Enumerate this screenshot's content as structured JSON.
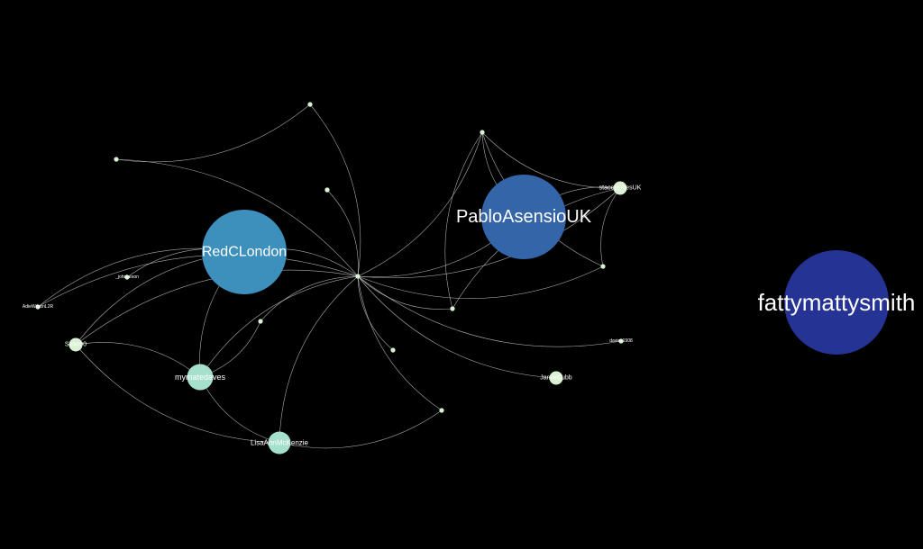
{
  "colors": {
    "background": "#000000",
    "edge": "#c8c8c8",
    "label": "#ffffff",
    "node_small": "#d9f2d3",
    "node_medium": "#a6e0cc",
    "node_redc": "#3d8fbc",
    "node_pablo": "#3465a8",
    "node_fatty": "#253494"
  },
  "network": {
    "nodes": [
      {
        "id": "hub",
        "label": "",
        "size": "tiny",
        "color": "node_small"
      },
      {
        "id": "redclondon",
        "label": "RedCLondon",
        "size": "large",
        "color": "node_redc"
      },
      {
        "id": "pablo",
        "label": "PabloAsensioUK",
        "size": "large",
        "color": "node_pablo"
      },
      {
        "id": "fatty",
        "label": "fattymattysmith",
        "size": "large",
        "color": "node_fatty"
      },
      {
        "id": "mymatedaves",
        "label": "mymatedaves",
        "size": "medium",
        "color": "node_medium"
      },
      {
        "id": "lisa",
        "label": "LisaAnnMcKenzie",
        "size": "medium",
        "color": "node_medium"
      },
      {
        "id": "jamie",
        "label": "JamieCubb",
        "size": "small",
        "color": "node_small"
      },
      {
        "id": "stacey",
        "label": "staceyjonesUK",
        "size": "small",
        "color": "node_small"
      },
      {
        "id": "sean",
        "label": "Sean90",
        "size": "small",
        "color": "node_small"
      },
      {
        "id": "adie",
        "label": "AdieWilsonL2R",
        "size": "tiny",
        "color": "node_small"
      },
      {
        "id": "davies",
        "label": "davies1908",
        "size": "tiny",
        "color": "node_small"
      },
      {
        "id": "topleft",
        "label": "",
        "size": "tiny",
        "color": "node_small"
      },
      {
        "id": "gemma",
        "label": "",
        "size": "tiny",
        "color": "node_small"
      },
      {
        "id": "john",
        "label": "_johnbeson",
        "size": "tiny",
        "color": "node_small"
      },
      {
        "id": "s1",
        "label": "",
        "size": "tiny",
        "color": "node_small"
      },
      {
        "id": "s2",
        "label": "",
        "size": "tiny",
        "color": "node_small"
      },
      {
        "id": "s3",
        "label": "",
        "size": "tiny",
        "color": "node_small"
      },
      {
        "id": "s4",
        "label": "",
        "size": "tiny",
        "color": "node_small"
      },
      {
        "id": "s5",
        "label": "",
        "size": "tiny",
        "color": "node_small"
      },
      {
        "id": "s6",
        "label": "",
        "size": "tiny",
        "color": "node_small"
      },
      {
        "id": "s7",
        "label": "",
        "size": "tiny",
        "color": "node_small"
      },
      {
        "id": "s8",
        "label": "",
        "size": "tiny",
        "color": "node_small"
      }
    ],
    "edges": [
      [
        "hub",
        "redclondon"
      ],
      [
        "hub",
        "pablo"
      ],
      [
        "hub",
        "stacey"
      ],
      [
        "hub",
        "s1"
      ],
      [
        "hub",
        "s2"
      ],
      [
        "hub",
        "s3"
      ],
      [
        "hub",
        "topleft"
      ],
      [
        "hub",
        "gemma"
      ],
      [
        "hub",
        "s4"
      ],
      [
        "hub",
        "s5"
      ],
      [
        "hub",
        "s6"
      ],
      [
        "hub",
        "jamie"
      ],
      [
        "hub",
        "davies"
      ],
      [
        "hub",
        "lisa"
      ],
      [
        "hub",
        "mymatedaves"
      ],
      [
        "hub",
        "s7"
      ],
      [
        "hub",
        "sean"
      ],
      [
        "hub",
        "adie"
      ],
      [
        "redclondon",
        "adie"
      ],
      [
        "redclondon",
        "john"
      ],
      [
        "redclondon",
        "sean"
      ],
      [
        "redclondon",
        "mymatedaves"
      ],
      [
        "gemma",
        "topleft"
      ],
      [
        "mymatedaves",
        "sean"
      ],
      [
        "mymatedaves",
        "lisa"
      ],
      [
        "mymatedaves",
        "s4"
      ],
      [
        "sean",
        "lisa"
      ],
      [
        "lisa",
        "s7"
      ],
      [
        "s1",
        "stacey"
      ],
      [
        "s1",
        "pablo"
      ],
      [
        "s1",
        "s2"
      ],
      [
        "stacey",
        "pablo"
      ],
      [
        "stacey",
        "s2"
      ],
      [
        "stacey",
        "s3"
      ],
      [
        "s1",
        "s3"
      ]
    ]
  }
}
